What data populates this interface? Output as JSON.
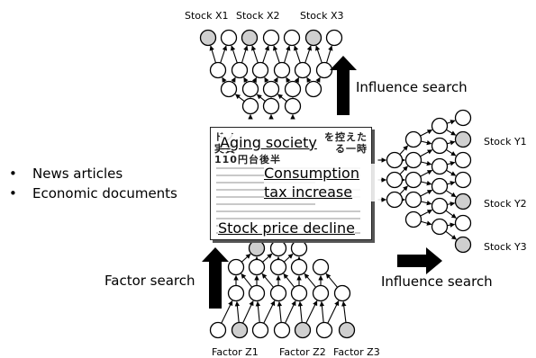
{
  "bullets": [
    "News articles",
    "Economic documents"
  ],
  "stocks_top": [
    "Stock X1",
    "Stock X2",
    "Stock X3"
  ],
  "stocks_right": [
    "Stock Y1",
    "Stock Y2",
    "Stock Y3"
  ],
  "factors": [
    "Factor Z1",
    "Factor Z2",
    "Factor Z3"
  ],
  "labels": {
    "influence_search_top": "Influence search",
    "influence_search_right": "Influence search",
    "factor_search": "Factor search"
  },
  "document": {
    "header_left": "ドノ",
    "header_right": "を控えた",
    "header_line2": "実質",
    "header_line2_right": "る一時",
    "header_line3": "110円台後半",
    "keywords": [
      "Aging society",
      "Consumption tax increase",
      "Stock price decline"
    ]
  },
  "colors": {
    "shaded_node": "#cfcfcf",
    "node": "#ffffff",
    "line": "#000000"
  }
}
